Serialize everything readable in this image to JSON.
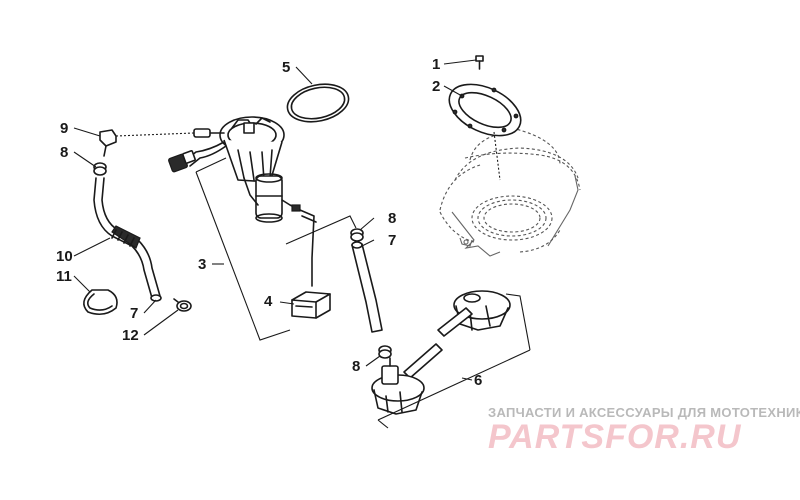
{
  "diagram": {
    "callouts": [
      {
        "id": "c1",
        "label": "1"
      },
      {
        "id": "c2",
        "label": "2"
      },
      {
        "id": "c3",
        "label": "3"
      },
      {
        "id": "c4",
        "label": "4"
      },
      {
        "id": "c5",
        "label": "5"
      },
      {
        "id": "c6",
        "label": "6"
      },
      {
        "id": "c7a",
        "label": "7"
      },
      {
        "id": "c7b",
        "label": "7"
      },
      {
        "id": "c8a",
        "label": "8"
      },
      {
        "id": "c8b",
        "label": "8"
      },
      {
        "id": "c8c",
        "label": "8"
      },
      {
        "id": "c9",
        "label": "9"
      },
      {
        "id": "c10",
        "label": "10"
      },
      {
        "id": "c11",
        "label": "11"
      },
      {
        "id": "c12",
        "label": "12"
      }
    ]
  },
  "watermark": {
    "caption": "ЗАПЧАСТИ И АКСЕССУАРЫ ДЛЯ МОТОТЕХНИКИ",
    "logo": "PARTSFOR.RU",
    "logo_color": "#f4c6cc"
  }
}
